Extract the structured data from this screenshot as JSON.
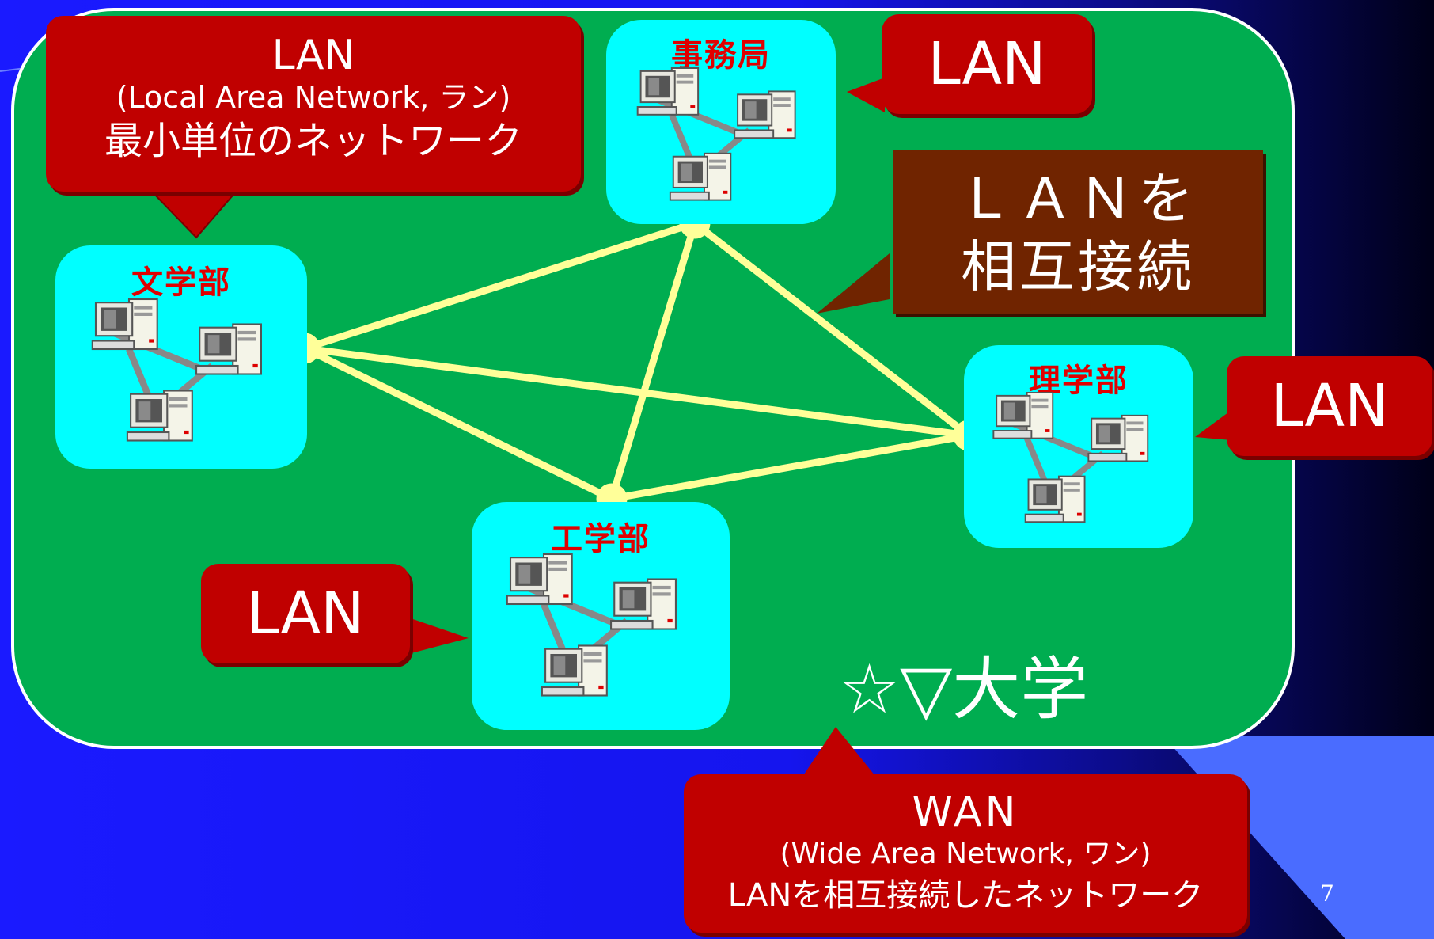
{
  "lans": [
    {
      "id": "bungaku",
      "label": "文学部"
    },
    {
      "id": "jimukyoku",
      "label": "事務局"
    },
    {
      "id": "rigaku",
      "label": "理学部"
    },
    {
      "id": "kogaku",
      "label": "工学部"
    }
  ],
  "callouts": {
    "lan_definition": {
      "line1": "LAN",
      "line2": "(Local Area Network, ラン)",
      "line3": "最小単位のネットワーク"
    },
    "lan_jimukyoku": "LAN",
    "lan_rigaku": "LAN",
    "lan_kogaku": "LAN",
    "interconnect": {
      "line1": "ＬＡＮを",
      "line2": "相互接続"
    },
    "wan_definition": {
      "line1": "WAN",
      "line2": "(Wide Area Network, ワン)",
      "line3": "LANを相互接続したネットワーク"
    }
  },
  "university_label": "☆▽大学",
  "page_number": "7",
  "colors": {
    "background": "#1a1aff",
    "campus": "#00ad50",
    "lan_box": "#00ffff",
    "lan_label": "#e00000",
    "callout": "#c00000",
    "interconnect_callout": "#702400",
    "link_line": "#ffff99"
  }
}
